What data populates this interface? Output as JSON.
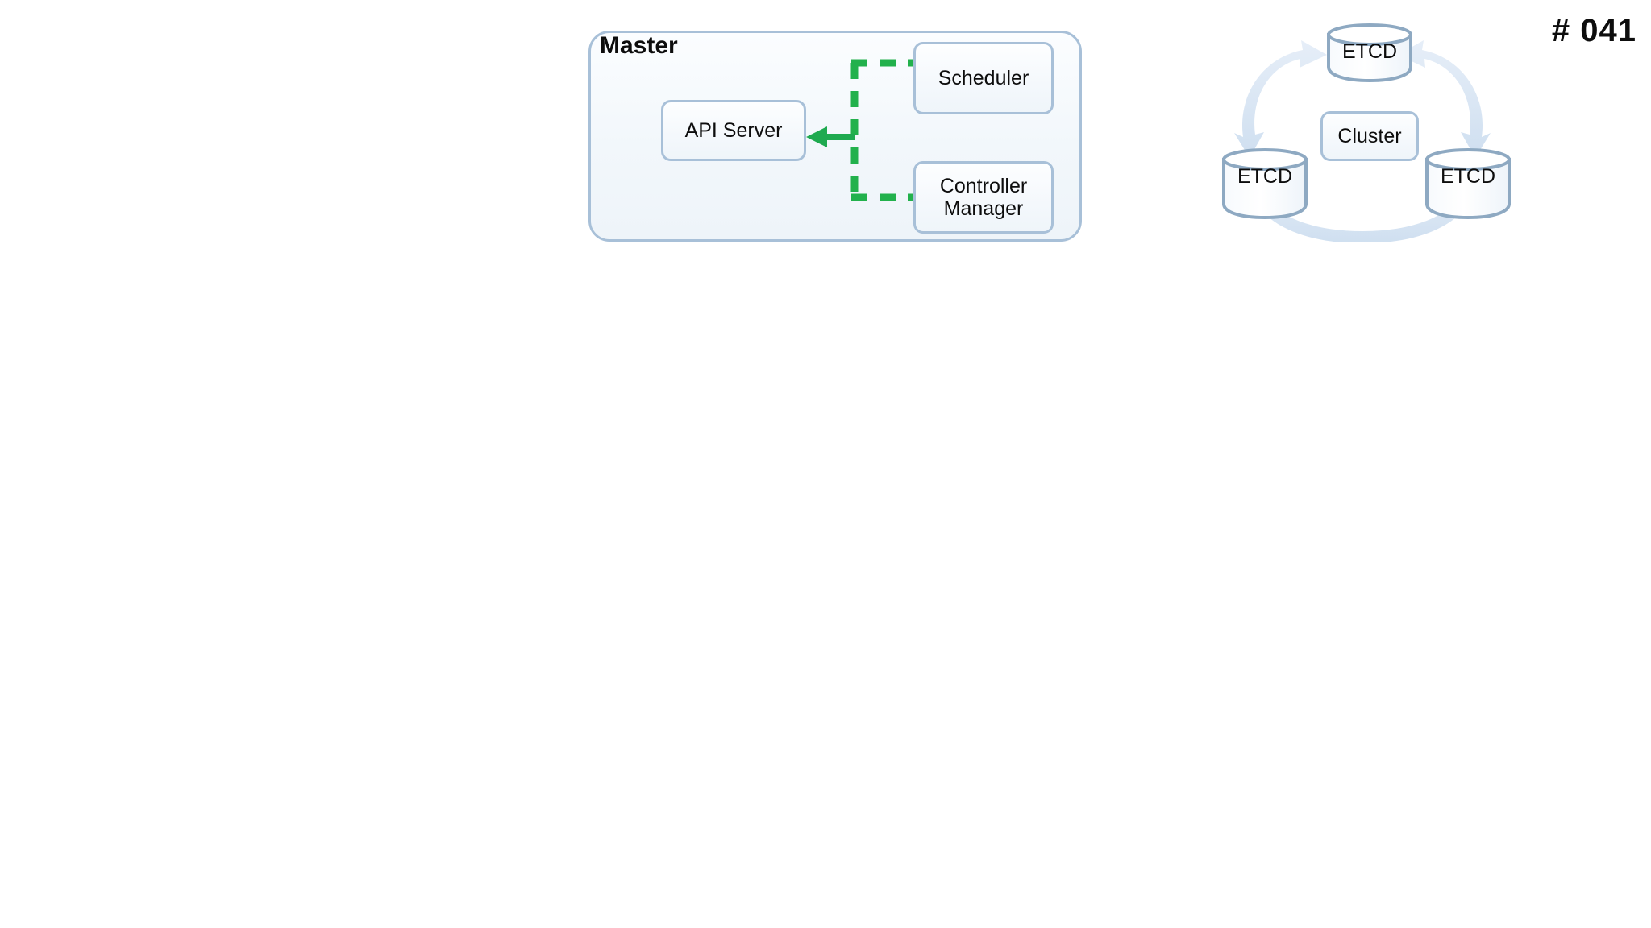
{
  "slide": {
    "number_label": "# 041",
    "background_color": "#ffffff"
  },
  "master_diagram": {
    "container_label": "Master",
    "container_border_color": "#a8c0d8",
    "container_fill_color": "#f2f7fb",
    "nodes": [
      {
        "id": "api-server",
        "label": "API Server"
      },
      {
        "id": "scheduler",
        "label": "Scheduler"
      },
      {
        "id": "controller-manager",
        "label": "Controller\nManager"
      }
    ],
    "connector": {
      "style": "dashed",
      "color": "#22b14c",
      "arrow_target": "api-server",
      "sources": [
        "scheduler",
        "controller-manager"
      ]
    }
  },
  "etcd_cluster": {
    "center_label": "Cluster",
    "nodes": [
      {
        "id": "etcd-top",
        "label": "ETCD"
      },
      {
        "id": "etcd-left",
        "label": "ETCD"
      },
      {
        "id": "etcd-right",
        "label": "ETCD"
      }
    ],
    "arrow_color": "#dbe7f3",
    "node_border_color": "#8ea9c2",
    "arrows": [
      {
        "from": "etcd-left",
        "to": "etcd-top",
        "double_headed": true
      },
      {
        "from": "etcd-top",
        "to": "etcd-right",
        "double_headed": true
      },
      {
        "from": "etcd-left",
        "to": "etcd-right",
        "double_headed": true
      }
    ]
  }
}
